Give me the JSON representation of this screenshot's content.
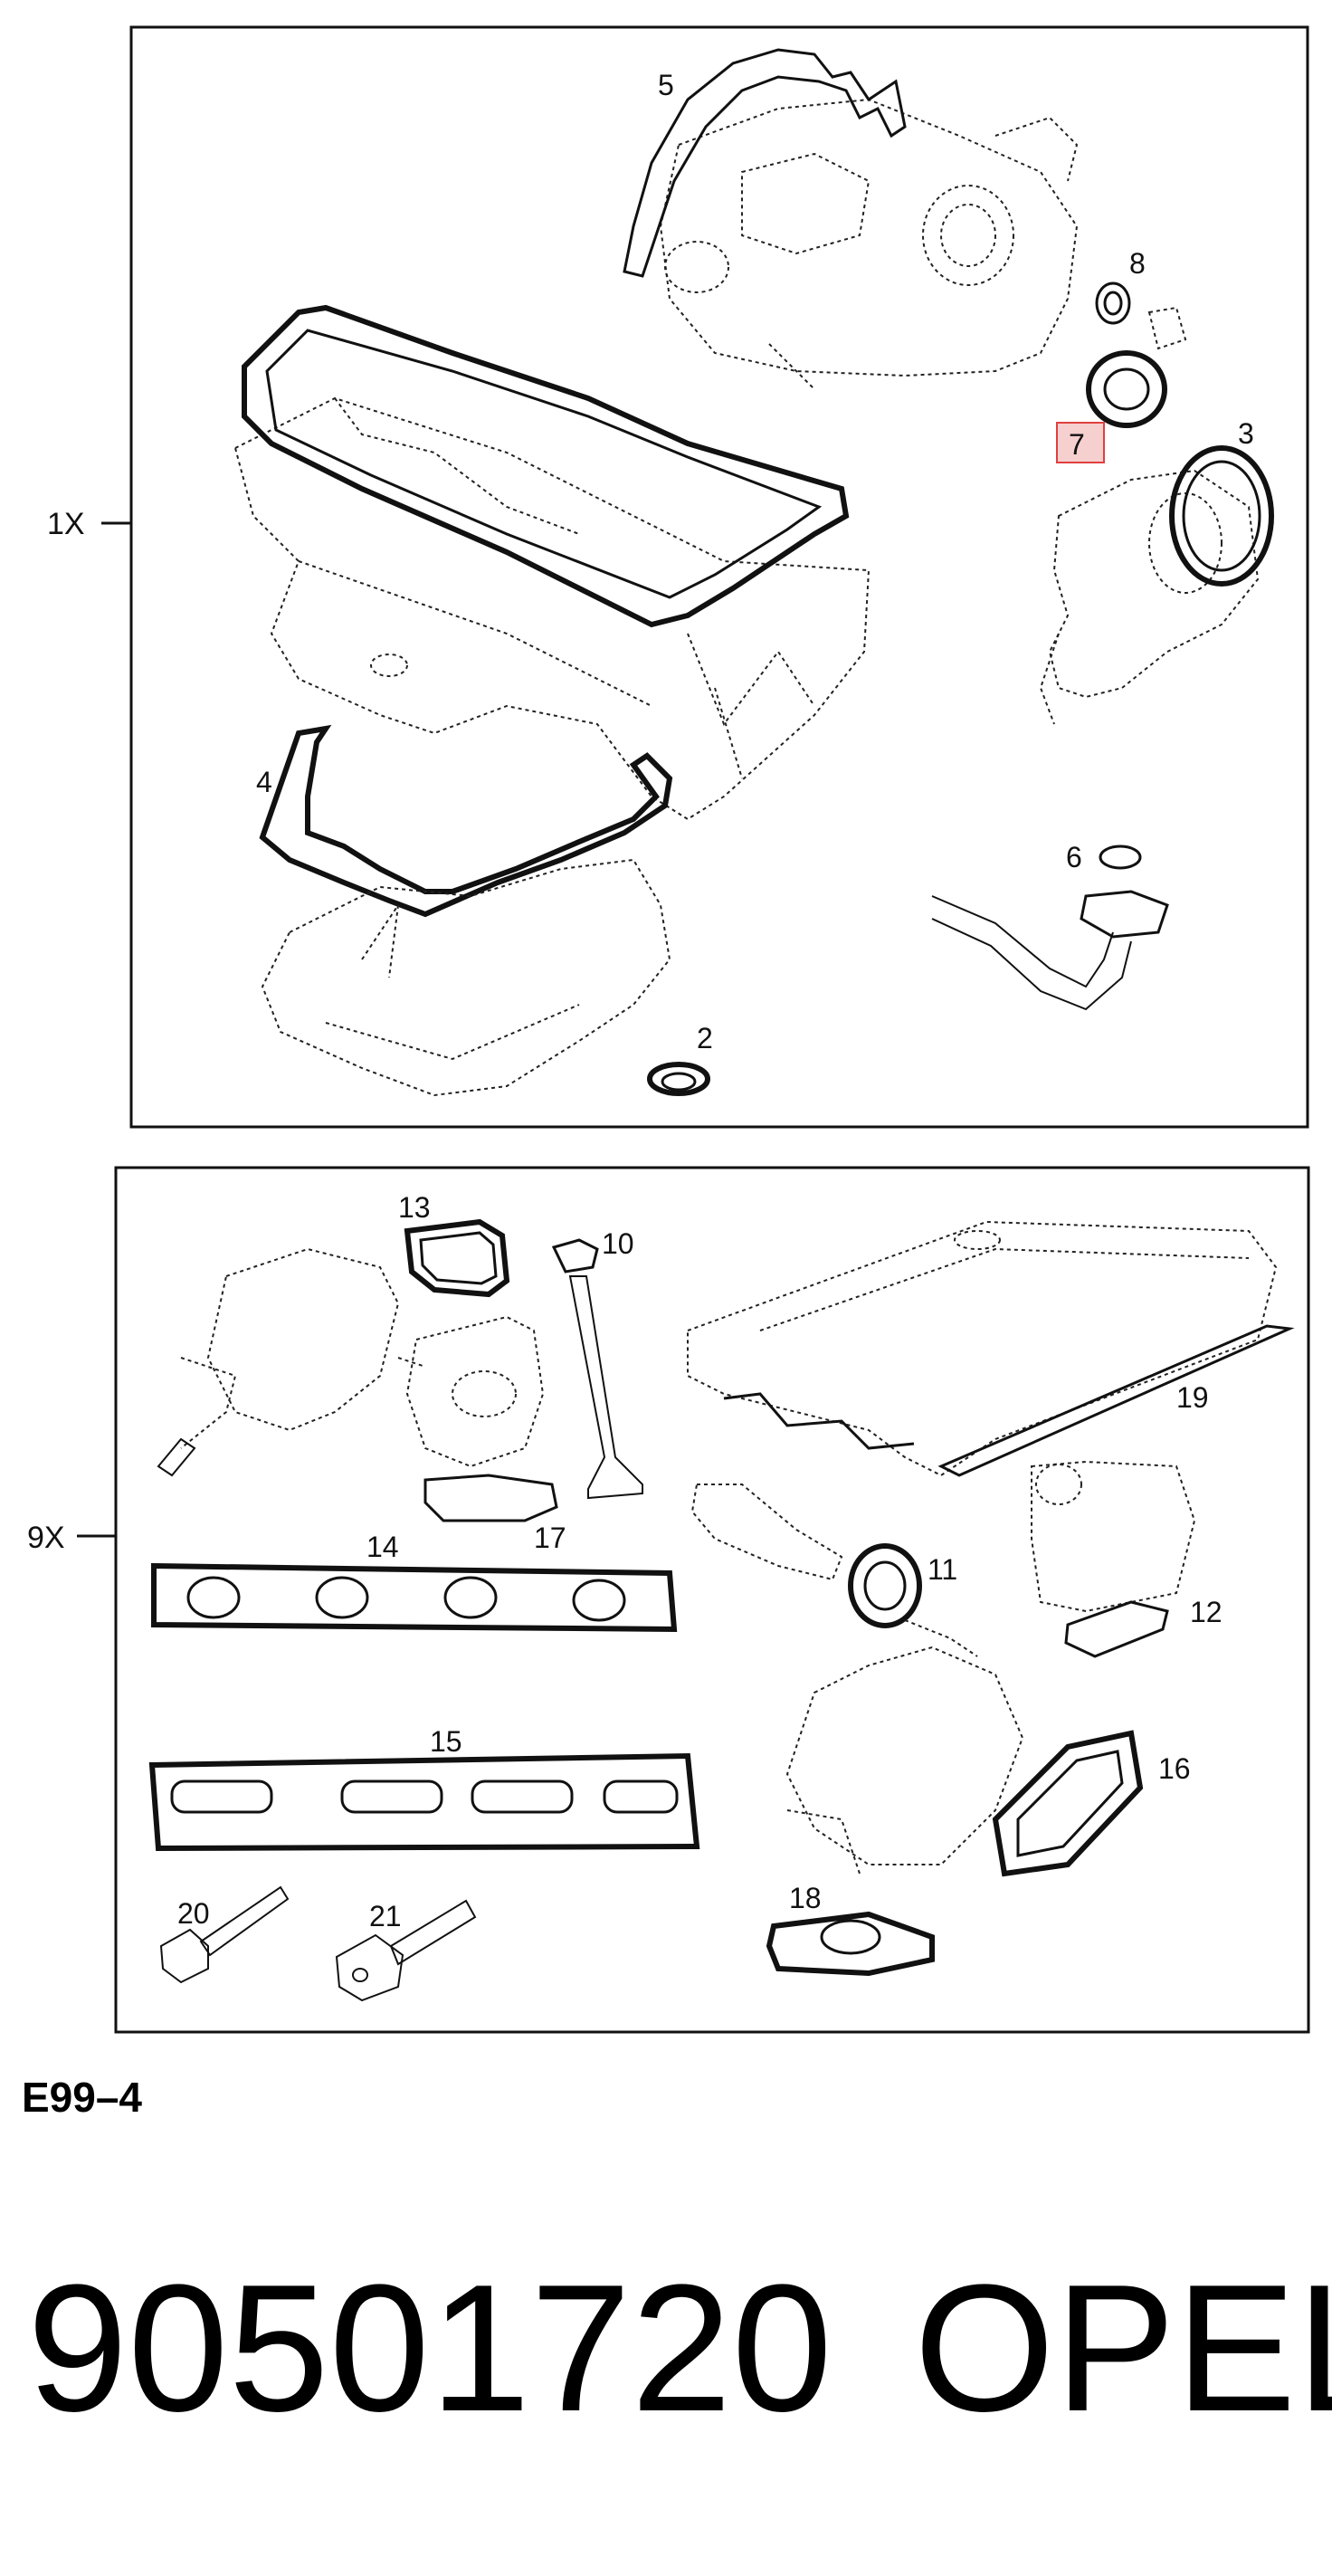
{
  "panels": {
    "top": {
      "set_label": "1X"
    },
    "bottom": {
      "set_label": "9X"
    }
  },
  "callouts": {
    "c2": "2",
    "c3": "3",
    "c4": "4",
    "c5": "5",
    "c6": "6",
    "c7": "7",
    "c8": "8",
    "c10": "10",
    "c11": "11",
    "c12": "12",
    "c13": "13",
    "c14": "14",
    "c15": "15",
    "c16": "16",
    "c17": "17",
    "c18": "18",
    "c19": "19",
    "c20": "20",
    "c21": "21"
  },
  "highlighted_callout": "7",
  "highlight_color": "#e04040",
  "diagram_ref": "E99–4",
  "part_number": "90501720",
  "brand": "OPEL"
}
